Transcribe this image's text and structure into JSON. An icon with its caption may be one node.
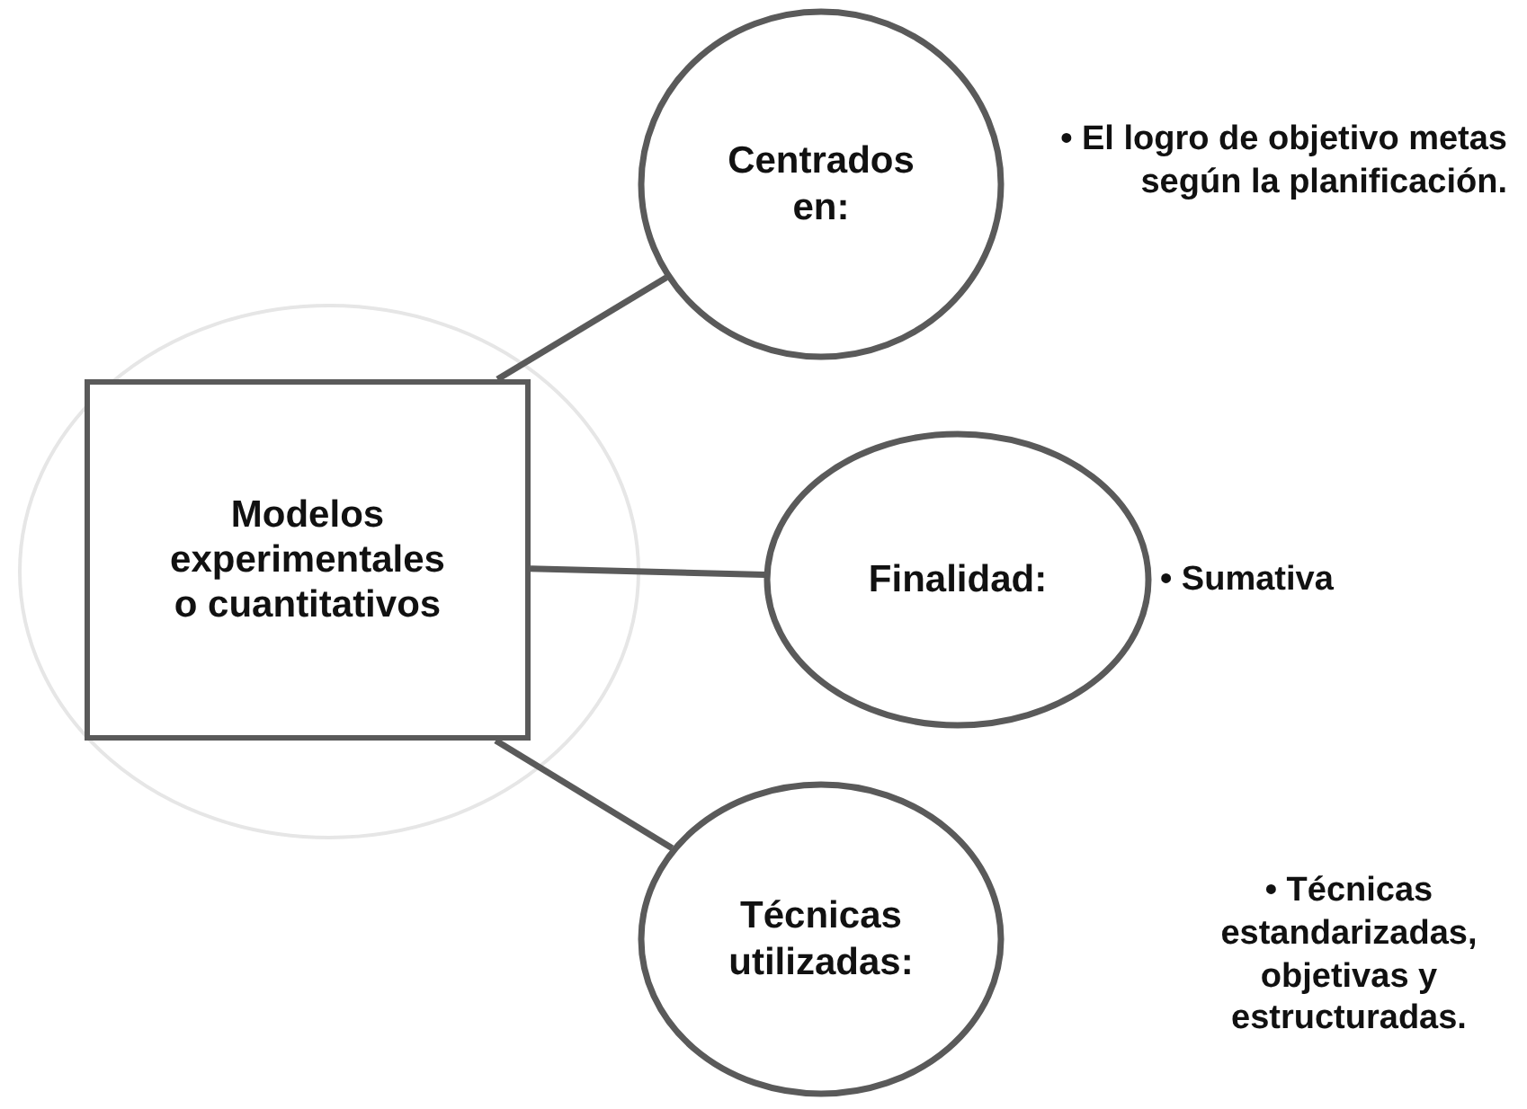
{
  "diagram": {
    "nodes": [
      {
        "text": [
          "Modelos experimentales o cuantitativos"
        ]
      },
      {
        "text": [
          "Centrados en:"
        ]
      },
      {
        "text": [
          "Finalidad:"
        ]
      },
      {
        "text": [
          "Técnicas utilizadas:"
        ]
      }
    ],
    "labels": [
      "• El logro de objetivo metas según la planificación.",
      "• Sumativa",
      "• Técnicas estandarizadas, objetivas y estructuradas."
    ],
    "edges": [
      {
        "from": 0,
        "to": 1,
        "arrow": "none"
      },
      {
        "from": 0,
        "to": 2,
        "arrow": "none"
      },
      {
        "from": 0,
        "to": 3,
        "arrow": "none"
      }
    ]
  }
}
